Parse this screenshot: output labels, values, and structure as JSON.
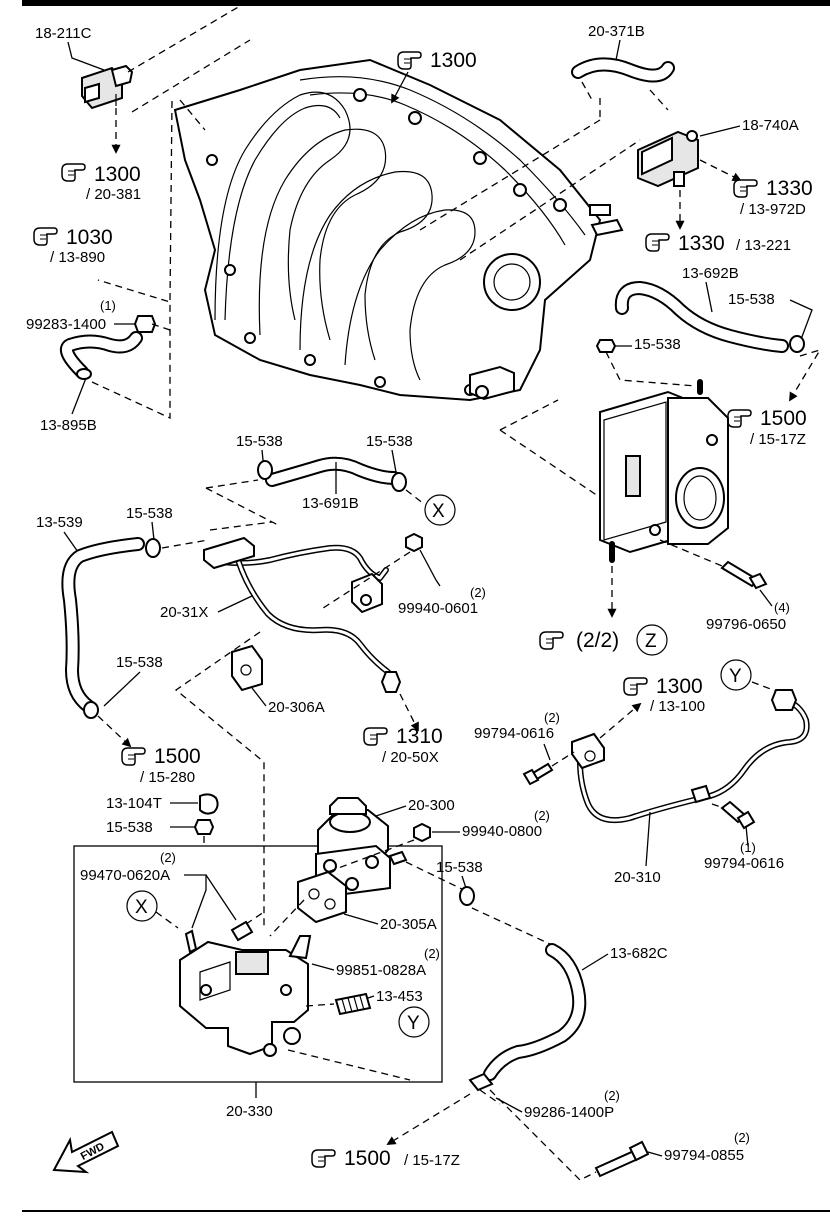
{
  "labels": {
    "c18_211c": "18-211C",
    "c20_371b": "20-371B",
    "c18_740a": "18-740A",
    "c13_692b": "13-692B",
    "c15_538_a": "15-538",
    "c15_538_b": "15-538",
    "c99283": "99283-1400",
    "c99283_q": "(1)",
    "c13_895b": "13-895B",
    "c15_538_c": "15-538",
    "c15_538_d": "15-538",
    "c13_691b": "13-691B",
    "c13_539": "13-539",
    "c15_538_e": "15-538",
    "c20_31x": "20-31X",
    "c99940_0601": "99940-0601",
    "c99940_0601_q": "(2)",
    "c99796_0650": "99796-0650",
    "c99796_0650_q": "(4)",
    "c15_538_f": "15-538",
    "c20_306a": "20-306A",
    "c99794_0616_a": "99794-0616",
    "c99794_0616_a_q": "(2)",
    "c13_104t": "13-104T",
    "c15_538_g": "15-538",
    "c20_300": "20-300",
    "c99940_0800": "99940-0800",
    "c99940_0800_q": "(2)",
    "c99470": "99470-0620A",
    "c99470_q": "(2)",
    "c15_538_h": "15-538",
    "c20_310": "20-310",
    "c99794_0616_b": "99794-0616",
    "c99794_0616_b_q": "(1)",
    "c20_305a": "20-305A",
    "c99851": "99851-0828A",
    "c99851_q": "(2)",
    "c13_682c": "13-682C",
    "c13_453": "13-453",
    "c20_330": "20-330",
    "c99286": "99286-1400P",
    "c99286_q": "(2)",
    "c99794_0855": "99794-0855",
    "c99794_0855_q": "(2)"
  },
  "refs": {
    "r1300_top": {
      "main": "1300",
      "sub": ""
    },
    "r1300_left": {
      "main": "1300",
      "sub": "/ 20-381"
    },
    "r1030": {
      "main": "1030",
      "sub": "/ 13-890"
    },
    "r1330_right": {
      "main": "1330",
      "sub": "/ 13-972D"
    },
    "r1330_mid": {
      "main": "1330",
      "sub": "/ 13-221"
    },
    "r1500_right": {
      "main": "1500",
      "sub": "/ 15-17Z"
    },
    "r22": {
      "main": "(2/2)",
      "sub": ""
    },
    "r1300_mid": {
      "main": "1300",
      "sub": "/ 13-100"
    },
    "r1500_left": {
      "main": "1500",
      "sub": "/ 15-280"
    },
    "r1310": {
      "main": "1310",
      "sub": "/ 20-50X"
    },
    "r1500_bottom": {
      "main": "1500",
      "sub": "/ 15-17Z"
    }
  },
  "circled": {
    "x1": "X",
    "z": "Z",
    "y1": "Y",
    "x2": "X",
    "y2": "Y"
  },
  "fwd": "FWD",
  "icons": [
    "pointing-hand-icon",
    "fwd-arrow-icon"
  ]
}
